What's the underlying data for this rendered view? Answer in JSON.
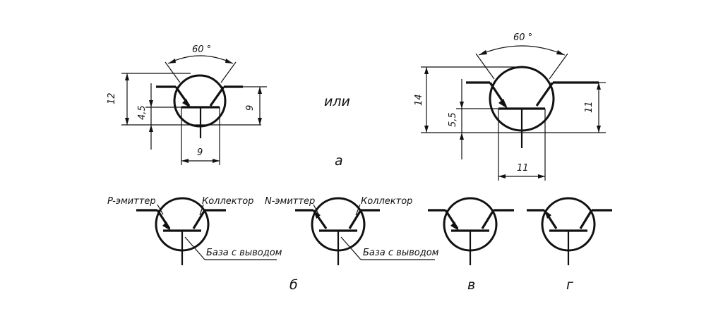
{
  "top_left": {
    "angle": "60 °",
    "dim_height": "12",
    "dim_base": "4,5",
    "dim_right": "9",
    "dim_bottom": "9"
  },
  "middle_word": "или",
  "top_right": {
    "angle": "60 °",
    "dim_height": "14",
    "dim_base": "5,5",
    "dim_right": "11",
    "dim_bottom": "11"
  },
  "caption_a": "а",
  "bottom": {
    "b1": {
      "emitter": "P-эмиттер",
      "collector": "Коллектор",
      "base": "База с выводом"
    },
    "b2": {
      "emitter": "N-эмиттер",
      "collector": "Коллектор",
      "base": "База с выводом"
    }
  },
  "caption_b": "б",
  "caption_v": "в",
  "caption_g": "г"
}
